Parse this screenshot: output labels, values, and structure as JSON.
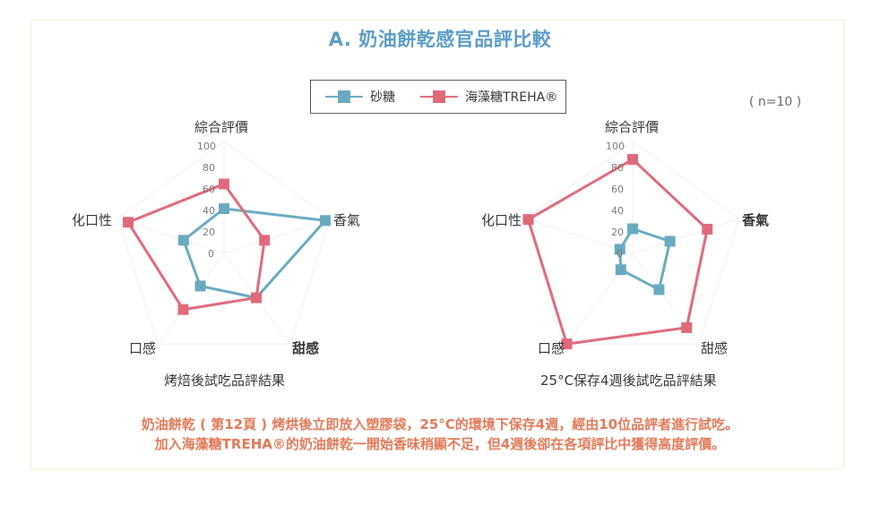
{
  "title": "A. 奶油餅乾感官品評比較",
  "legend": [
    {
      "name": "砂糖",
      "color": "#6aaac0"
    },
    {
      "name": "海藻糖TREHA®",
      "color": "#e06a7c"
    }
  ],
  "n_label": "( n=10 )",
  "footnote": {
    "line1": "奶油餅乾 ( 第12頁 ) 烤烘後立即放入塑膠袋，25°C的環境下保存4週，經由10位品評者進行試吃。",
    "line2": "加入海藻糖TREHA®的奶油餅乾一開始香味稍顯不足，但4週後卻在各項評比中獲得高度評價。"
  },
  "chart_data": [
    {
      "type": "radar",
      "caption": "烤焙後試吃品評結果",
      "axes": [
        "綜合評價",
        "香氣",
        "甜感",
        "口感",
        "化口性"
      ],
      "ticks": [
        "100",
        "80",
        "60",
        "40",
        "20",
        "0"
      ],
      "range": [
        0,
        100
      ],
      "series": [
        {
          "name": "砂糖",
          "values": [
            40,
            95,
            49,
            36,
            38
          ]
        },
        {
          "name": "海藻糖TREHA®",
          "values": [
            62,
            38,
            49,
            62,
            90
          ]
        }
      ]
    },
    {
      "type": "radar",
      "caption": "25°C保存4週後試吃品評結果",
      "axes": [
        "綜合評價",
        "香氣",
        "甜感",
        "口感",
        "化口性"
      ],
      "ticks": [
        "100",
        "80",
        "60",
        "40",
        "20",
        "0"
      ],
      "range": [
        0,
        100
      ],
      "series": [
        {
          "name": "砂糖",
          "values": [
            22,
            35,
            40,
            18,
            12
          ]
        },
        {
          "name": "海藻糖TREHA®",
          "values": [
            84,
            70,
            82,
            100,
            98
          ]
        }
      ]
    }
  ]
}
